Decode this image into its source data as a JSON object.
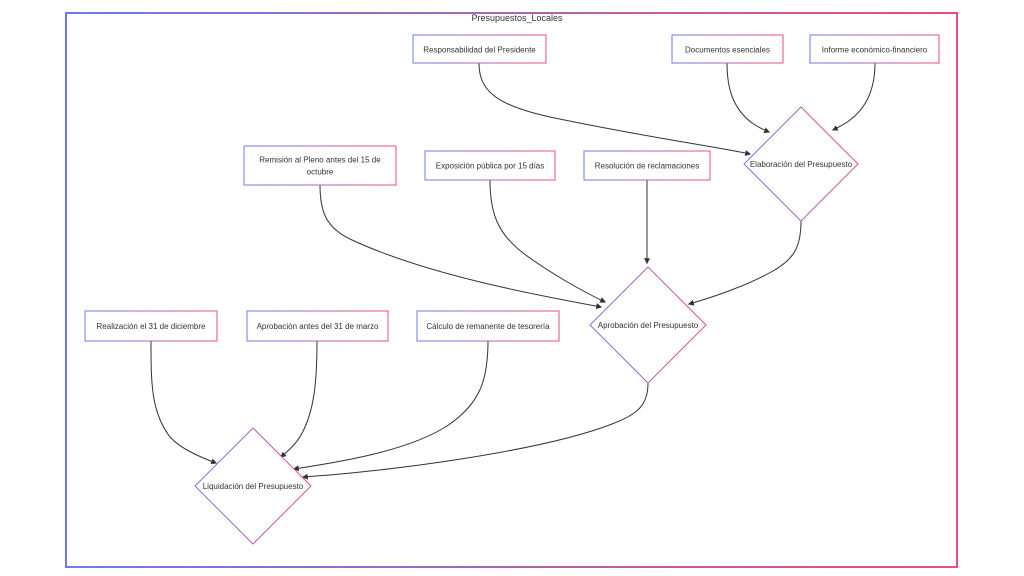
{
  "diagram": {
    "title": "Presupuestos_Locales",
    "type": "flowchart",
    "colors": {
      "blue": "#6c7ce8",
      "pink": "#ec4d7d",
      "arrow": "#333333",
      "text": "#333333"
    },
    "nodes": {
      "responsabilidad": {
        "label": "Responsabilidad del Presidente",
        "shape": "rect"
      },
      "documentos": {
        "label": "Documentos esenciales",
        "shape": "rect"
      },
      "informe": {
        "label": "Informe económico-financiero",
        "shape": "rect"
      },
      "remision": {
        "label": "Remisión al Pleno antes del 15 de octubre",
        "lines": [
          "Remisión al Pleno antes del 15 de",
          "octubre"
        ],
        "shape": "rect"
      },
      "exposicion": {
        "label": "Exposición pública por 15 días",
        "shape": "rect"
      },
      "resolucion": {
        "label": "Resolución de reclamaciones",
        "shape": "rect"
      },
      "elaboracion": {
        "label": "Elaboración del Presupuesto",
        "shape": "diamond"
      },
      "realizacion": {
        "label": "Realización el 31 de diciembre",
        "shape": "rect"
      },
      "aprobacion_marzo": {
        "label": "Aprobación antes del 31 de marzo",
        "shape": "rect"
      },
      "calculo": {
        "label": "Cálculo de remanente de tesorería",
        "shape": "rect"
      },
      "aprobacion": {
        "label": "Aprobación del Presupuesto",
        "shape": "diamond"
      },
      "liquidacion": {
        "label": "Liquidación del Presupuesto",
        "shape": "diamond"
      }
    },
    "edges": [
      {
        "from": "Responsabilidad del Presidente",
        "to": "Elaboración del Presupuesto"
      },
      {
        "from": "Documentos esenciales",
        "to": "Elaboración del Presupuesto"
      },
      {
        "from": "Informe económico-financiero",
        "to": "Elaboración del Presupuesto"
      },
      {
        "from": "Remisión al Pleno antes del 15 de octubre",
        "to": "Aprobación del Presupuesto"
      },
      {
        "from": "Exposición pública por 15 días",
        "to": "Aprobación del Presupuesto"
      },
      {
        "from": "Resolución de reclamaciones",
        "to": "Aprobación del Presupuesto"
      },
      {
        "from": "Elaboración del Presupuesto",
        "to": "Aprobación del Presupuesto"
      },
      {
        "from": "Realización el 31 de diciembre",
        "to": "Liquidación del Presupuesto"
      },
      {
        "from": "Aprobación antes del 31 de marzo",
        "to": "Liquidación del Presupuesto"
      },
      {
        "from": "Cálculo de remanente de tesorería",
        "to": "Liquidación del Presupuesto"
      },
      {
        "from": "Aprobación del Presupuesto",
        "to": "Liquidación del Presupuesto"
      }
    ]
  }
}
